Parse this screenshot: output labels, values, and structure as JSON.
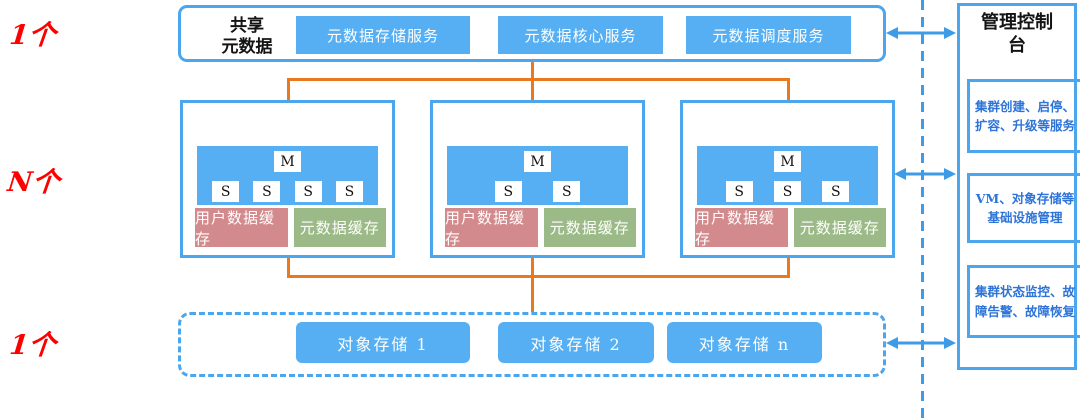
{
  "left_labels": {
    "top": "1个",
    "middle": "N个",
    "bottom": "1个"
  },
  "shared_metadata": {
    "title_line1": "共享",
    "title_line2": "元数据",
    "services": [
      "元数据存储服务",
      "元数据核心服务",
      "元数据调度服务"
    ]
  },
  "clusters": [
    {
      "master": "M",
      "slaves": [
        "S",
        "S",
        "S",
        "S"
      ],
      "user_cache": "用户数据缓存",
      "meta_cache": "元数据缓存"
    },
    {
      "master": "M",
      "slaves": [
        "S",
        "S"
      ],
      "user_cache": "用户数据缓存",
      "meta_cache": "元数据缓存"
    },
    {
      "master": "M",
      "slaves": [
        "S",
        "S",
        "S"
      ],
      "user_cache": "用户数据缓存",
      "meta_cache": "元数据缓存"
    }
  ],
  "object_storage": [
    "对象存储 1",
    "对象存储 2",
    "对象存储 n"
  ],
  "console": {
    "title": "管理控制台",
    "functions": [
      "集群创建、启停、扩容、升级等服务",
      "VM、对象存储等基础设施管理",
      "集群状态监控、故障告警、故障恢复"
    ]
  },
  "colors": {
    "border_blue": "#4ba6ee",
    "fill_blue": "#56aff2",
    "orange": "#e8791d",
    "pink": "#d28a8c",
    "green": "#9cba87",
    "red_label": "#fe0000",
    "console_text": "#2e74d8",
    "arrow_blue": "#3e9be8"
  }
}
